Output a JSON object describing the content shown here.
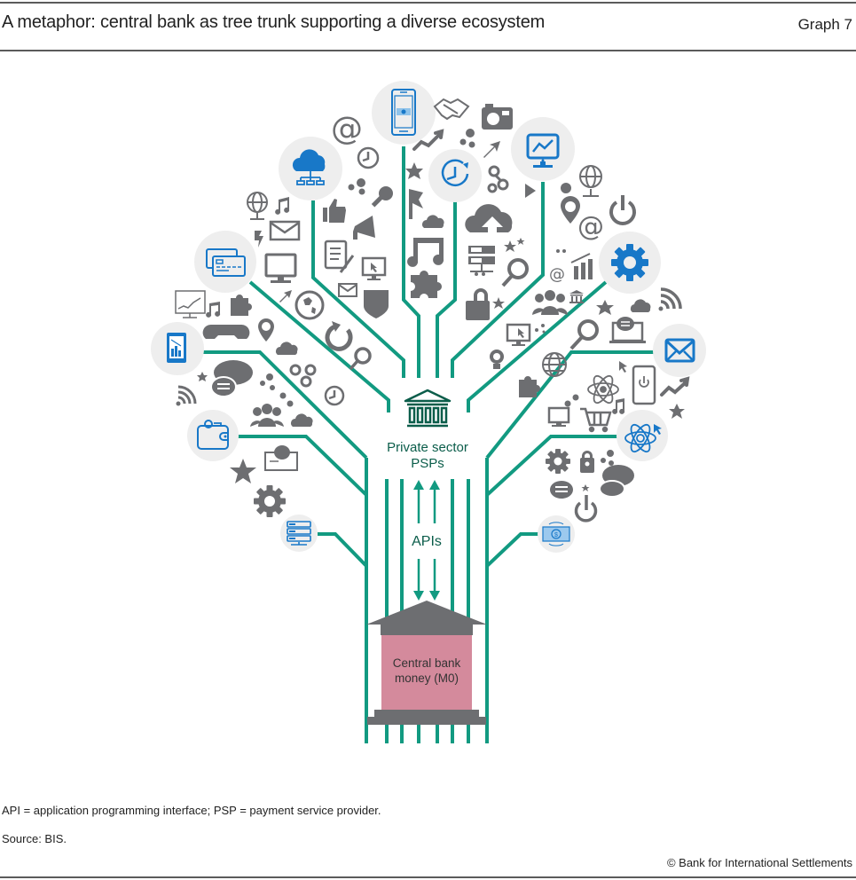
{
  "header": {
    "title": "A metaphor: central bank as tree trunk supporting a diverse ecosystem",
    "graph_number": "Graph 7"
  },
  "diagram": {
    "private_sector_label_line1": "Private sector",
    "private_sector_label_line2": "PSPs",
    "apis_label": "APIs",
    "central_bank_label_line1": "Central bank",
    "central_bank_label_line2": "money (M0)",
    "colors": {
      "branch": "#129a81",
      "icon_grey": "#6d6e71",
      "icon_blue": "#1878c8",
      "circle_bg": "#eeeeee",
      "building_grey": "#6d6e71",
      "central_bank_fill": "#d48a9c",
      "psp_icon": "#0b5d4a"
    },
    "highlight_icons": [
      "smartphone-money-icon",
      "cloud-network-icon",
      "clock-refresh-icon",
      "monitor-chart-icon",
      "credit-cards-icon",
      "gear-icon",
      "tablet-chart-icon",
      "envelope-icon",
      "wallet-icon",
      "atom-cursor-icon",
      "server-icon",
      "banknote-icon"
    ],
    "scatter_icons": [
      "at-sign",
      "handshake",
      "camera",
      "trend-arrow",
      "dots",
      "arrow",
      "share",
      "play",
      "globe",
      "music-note",
      "envelope",
      "lightning",
      "thumbs-up",
      "key",
      "megaphone",
      "document-pen",
      "monitor",
      "monitor-cursor",
      "shield-phone",
      "flag",
      "cloud",
      "puzzle",
      "cloud-upload",
      "server-rack",
      "star",
      "magnifier",
      "lock",
      "location-pin",
      "power",
      "bar-chart",
      "people",
      "bank",
      "wifi",
      "chat-bubbles",
      "laptop-chat",
      "gamepad",
      "refresh",
      "lightbulb",
      "cart",
      "phone-power"
    ]
  },
  "footer": {
    "note": "API = application programming interface; PSP = payment service provider.",
    "source": "Source: BIS.",
    "copyright": "© Bank for International Settlements"
  }
}
